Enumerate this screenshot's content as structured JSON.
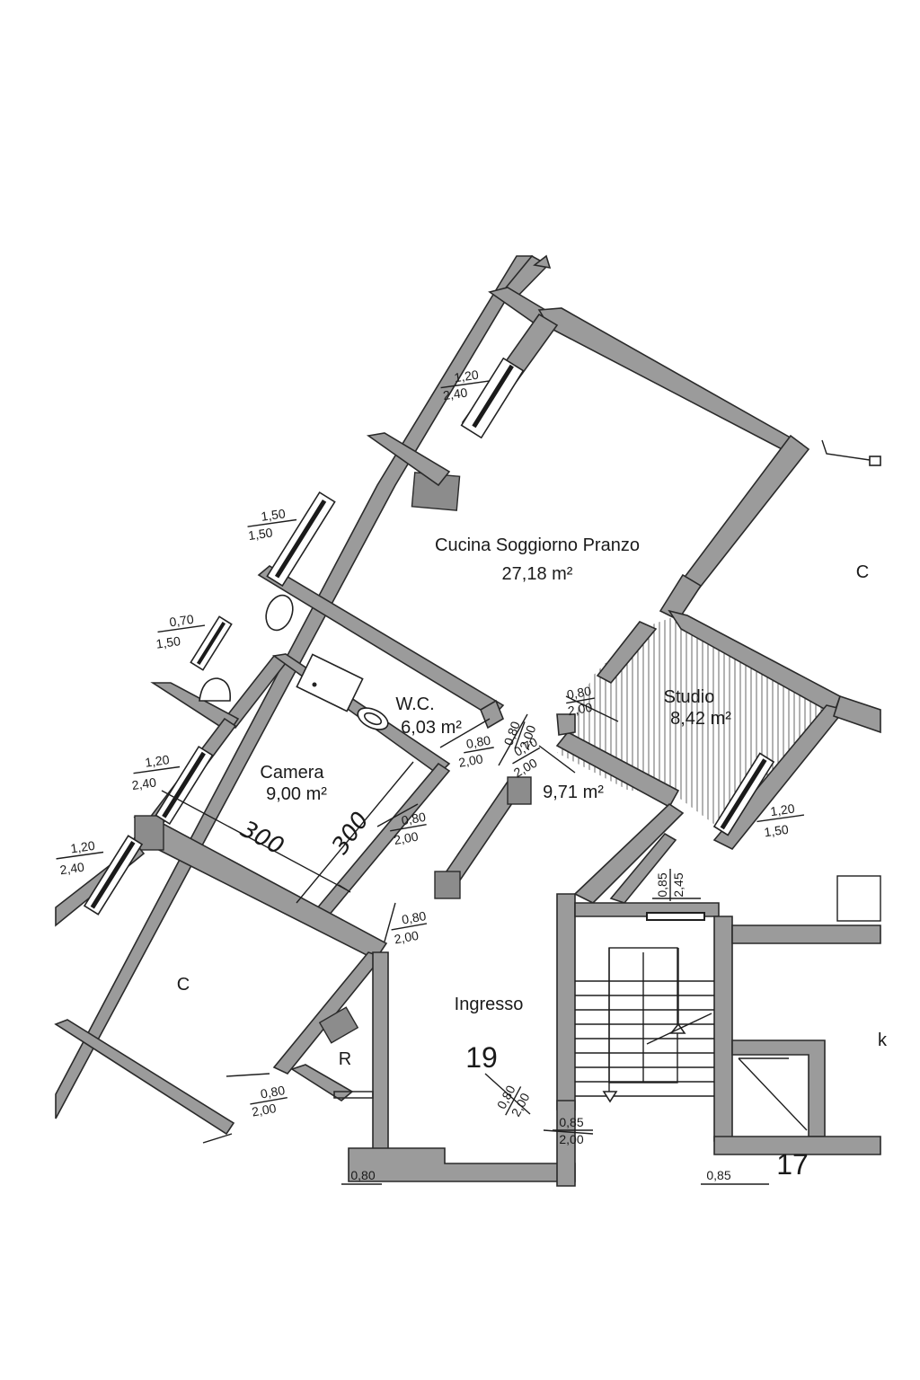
{
  "rooms": {
    "cucina": {
      "name": "Cucina Soggiorno Pranzo",
      "area": "27,18 m²"
    },
    "studio": {
      "name": "Studio",
      "area": "8,42 m²"
    },
    "wc": {
      "name": "W.C.",
      "area": "6,03 m²"
    },
    "camera": {
      "name": "Camera",
      "area": "9,00 m²"
    },
    "disimpegno": {
      "area": "9,71 m²"
    },
    "ingresso": {
      "name": "Ingresso"
    },
    "c_right": {
      "name": "C"
    },
    "c_left": {
      "name": "C"
    },
    "r": {
      "name": "R"
    },
    "k_partial": {
      "name": "k"
    }
  },
  "units": {
    "unit_19": "19",
    "unit_17": "17"
  },
  "openings": {
    "win_top": {
      "w": "1,20",
      "h": "2,40"
    },
    "win_150": {
      "w": "1,50",
      "h": "1,50"
    },
    "win_070": {
      "w": "0,70",
      "h": "1,50"
    },
    "win_camera": {
      "w": "1,20",
      "h": "2,40"
    },
    "win_c_left": {
      "w": "1,20",
      "h": "2,40"
    },
    "win_studio": {
      "w": "1,20",
      "h": "1,50"
    },
    "door_studio": {
      "w": "0,80",
      "h": "2,00"
    },
    "door_wc_a": {
      "w": "0,80",
      "h": "2,00"
    },
    "door_wc_b": {
      "w": "0,80",
      "h": "2,00"
    },
    "door_070": {
      "w": "0,70",
      "h": "2,00"
    },
    "door_camera": {
      "w": "0,80",
      "h": "2,00"
    },
    "door_c_left": {
      "w": "0,80",
      "h": "2,00"
    },
    "door_ingresso": {
      "w": "0,80",
      "h": "2,00"
    },
    "door_main": {
      "w": "0,80",
      "h": "2,00"
    },
    "door_stair": {
      "w": "0,85",
      "h": "2,00"
    },
    "door_bottom_left": {
      "w": "0,80"
    },
    "door_bottom_right": {
      "w": "0,85"
    },
    "lift_opening": {
      "w": "0,85",
      "h": "2,45"
    }
  },
  "dimensions": {
    "camera_w": "300",
    "camera_h": "300"
  },
  "colors": {
    "wall_fill": "#9b9b9b",
    "line": "#1e1e1e",
    "background": "#ffffff"
  }
}
